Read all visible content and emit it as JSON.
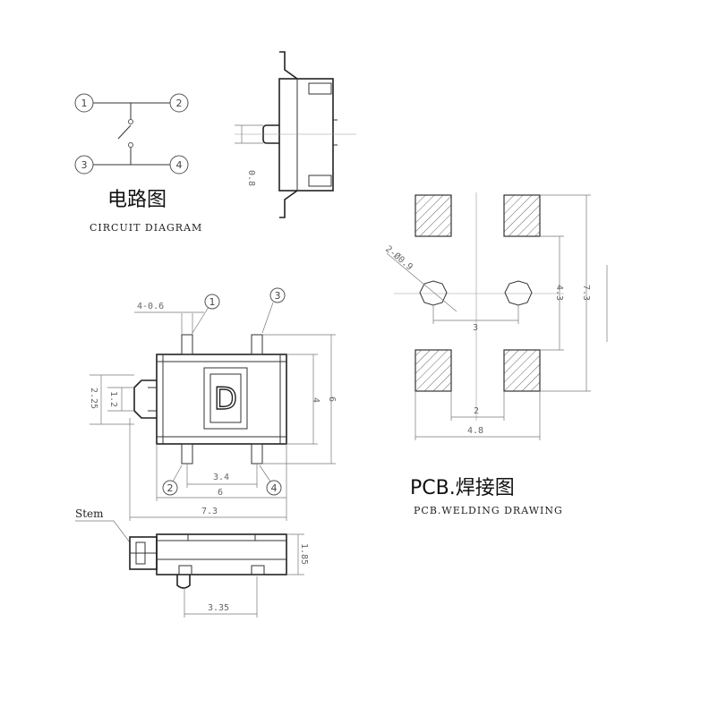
{
  "circuit": {
    "title_cn": "电路图",
    "title_en": "CIRCUIT DIAGRAM",
    "pins": [
      "1",
      "2",
      "3",
      "4"
    ]
  },
  "side_view": {
    "dim_08": "0.8"
  },
  "top_view": {
    "lead_width": "4-0.6",
    "pin_labels": [
      "1",
      "3",
      "2",
      "4"
    ],
    "dim_225": "2.25",
    "dim_12": "1.2",
    "dim_4": "4",
    "dim_6_right": "6",
    "dim_34": "3.4",
    "dim_6_bottom": "6",
    "dim_73": "7.3",
    "cap_letter": "D"
  },
  "bottom_view": {
    "stem_label": "Stem",
    "dim_185": "1.85",
    "dim_335": "3.35"
  },
  "pcb": {
    "title": "PCB.焊接图",
    "subtitle": "PCB.WELDING DRAWING",
    "hole_dim": "2-Ø0.9",
    "dim_3": "3",
    "dim_43": "4.3",
    "dim_73": "7.3",
    "dim_2": "2",
    "dim_48": "4.8"
  }
}
